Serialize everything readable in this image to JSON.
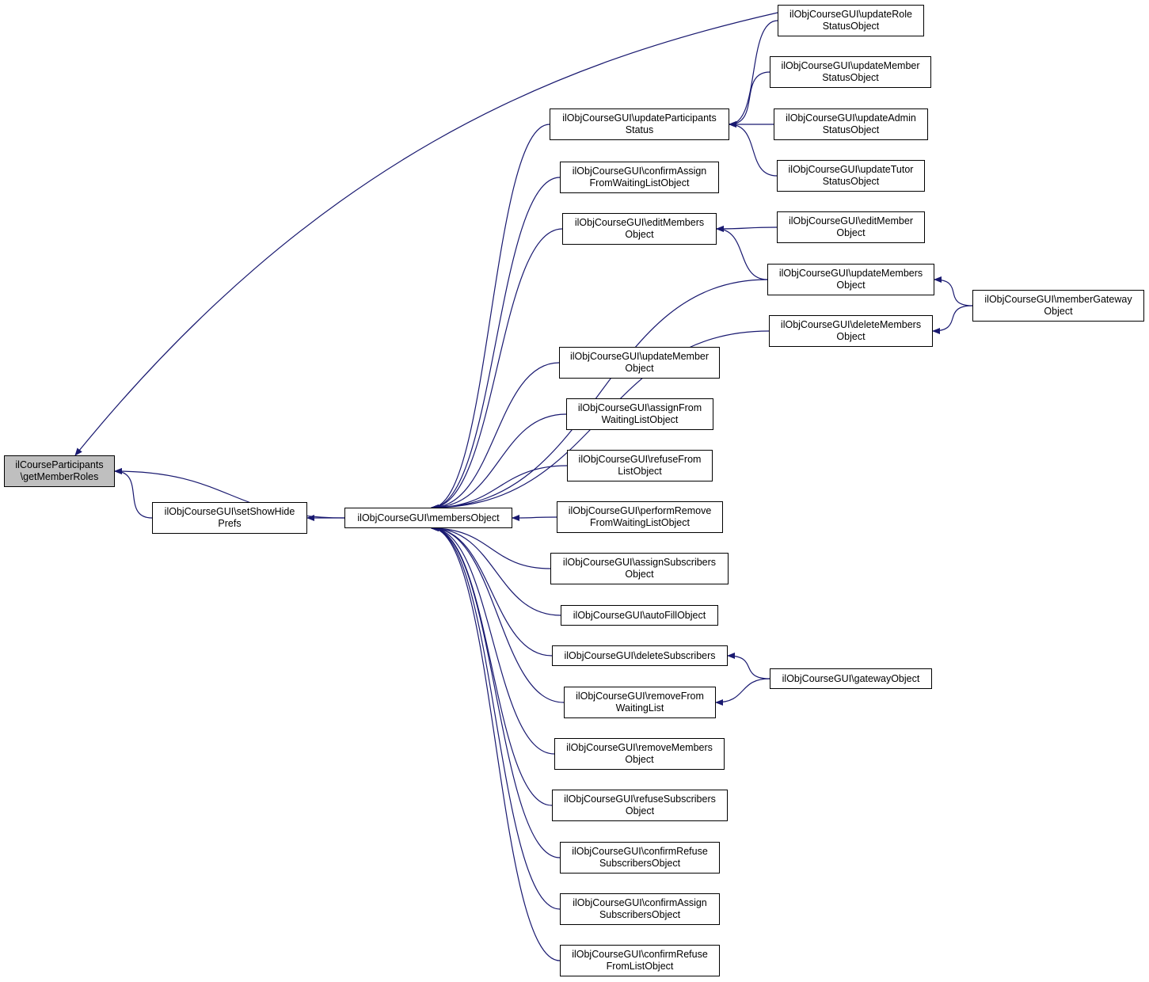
{
  "colors": {
    "edge": "#191970",
    "root_fill": "#bfbfbf",
    "node_fill": "#ffffff",
    "border": "#000000"
  },
  "nodes": {
    "root": {
      "line1": "ilCourseParticipants",
      "line2": "\\getMemberRoles"
    },
    "setShow": {
      "line1": "ilObjCourseGUI\\setShowHide",
      "line2": "Prefs"
    },
    "members": {
      "line1": "ilObjCourseGUI\\membersObject",
      "line2": ""
    },
    "upStat": {
      "line1": "ilObjCourseGUI\\updateParticipants",
      "line2": "Status"
    },
    "confAW": {
      "line1": "ilObjCourseGUI\\confirmAssign",
      "line2": "FromWaitingListObject"
    },
    "editMs": {
      "line1": "ilObjCourseGUI\\editMembers",
      "line2": "Object"
    },
    "upM": {
      "line1": "ilObjCourseGUI\\updateMember",
      "line2": "Object"
    },
    "assignW": {
      "line1": "ilObjCourseGUI\\assignFrom",
      "line2": "WaitingListObject"
    },
    "refuseL": {
      "line1": "ilObjCourseGUI\\refuseFrom",
      "line2": "ListObject"
    },
    "perfRem": {
      "line1": "ilObjCourseGUI\\performRemove",
      "line2": "FromWaitingListObject"
    },
    "assignS": {
      "line1": "ilObjCourseGUI\\assignSubscribers",
      "line2": "Object"
    },
    "autoF": {
      "line1": "ilObjCourseGUI\\autoFillObject",
      "line2": ""
    },
    "delS": {
      "line1": "ilObjCourseGUI\\deleteSubscribers",
      "line2": ""
    },
    "remW": {
      "line1": "ilObjCourseGUI\\removeFrom",
      "line2": "WaitingList"
    },
    "remM": {
      "line1": "ilObjCourseGUI\\removeMembers",
      "line2": "Object"
    },
    "refS": {
      "line1": "ilObjCourseGUI\\refuseSubscribers",
      "line2": "Object"
    },
    "confRS": {
      "line1": "ilObjCourseGUI\\confirmRefuse",
      "line2": "SubscribersObject"
    },
    "confAS": {
      "line1": "ilObjCourseGUI\\confirmAssign",
      "line2": "SubscribersObject"
    },
    "confRF": {
      "line1": "ilObjCourseGUI\\confirmRefuse",
      "line2": "FromListObject"
    },
    "upRole": {
      "line1": "ilObjCourseGUI\\updateRole",
      "line2": "StatusObject"
    },
    "upMemS": {
      "line1": "ilObjCourseGUI\\updateMember",
      "line2": "StatusObject"
    },
    "upAdm": {
      "line1": "ilObjCourseGUI\\updateAdmin",
      "line2": "StatusObject"
    },
    "upTut": {
      "line1": "ilObjCourseGUI\\updateTutor",
      "line2": "StatusObject"
    },
    "editM": {
      "line1": "ilObjCourseGUI\\editMember",
      "line2": "Object"
    },
    "upMs": {
      "line1": "ilObjCourseGUI\\updateMembers",
      "line2": "Object"
    },
    "delMs": {
      "line1": "ilObjCourseGUI\\deleteMembers",
      "line2": "Object"
    },
    "gateway": {
      "line1": "ilObjCourseGUI\\gatewayObject",
      "line2": ""
    },
    "memGw": {
      "line1": "ilObjCourseGUI\\memberGateway",
      "line2": "Object"
    }
  },
  "edges": [
    [
      "root",
      "upRole"
    ],
    [
      "root",
      "setShow"
    ],
    [
      "root",
      "members"
    ],
    [
      "setShow",
      "members"
    ],
    [
      "members",
      "upStat"
    ],
    [
      "members",
      "confAW"
    ],
    [
      "members",
      "editMs"
    ],
    [
      "members",
      "upMs"
    ],
    [
      "members",
      "delMs"
    ],
    [
      "members",
      "upM"
    ],
    [
      "members",
      "assignW"
    ],
    [
      "members",
      "refuseL"
    ],
    [
      "members",
      "perfRem"
    ],
    [
      "members",
      "assignS"
    ],
    [
      "members",
      "autoF"
    ],
    [
      "members",
      "delS"
    ],
    [
      "members",
      "remW"
    ],
    [
      "members",
      "remM"
    ],
    [
      "members",
      "refS"
    ],
    [
      "members",
      "confRS"
    ],
    [
      "members",
      "confAS"
    ],
    [
      "members",
      "confRF"
    ],
    [
      "upStat",
      "upRole"
    ],
    [
      "upStat",
      "upMemS"
    ],
    [
      "upStat",
      "upAdm"
    ],
    [
      "upStat",
      "upTut"
    ],
    [
      "editMs",
      "editM"
    ],
    [
      "editMs",
      "upMs"
    ],
    [
      "upMs",
      "memGw"
    ],
    [
      "delMs",
      "memGw"
    ],
    [
      "delS",
      "gateway"
    ],
    [
      "remW",
      "gateway"
    ]
  ]
}
